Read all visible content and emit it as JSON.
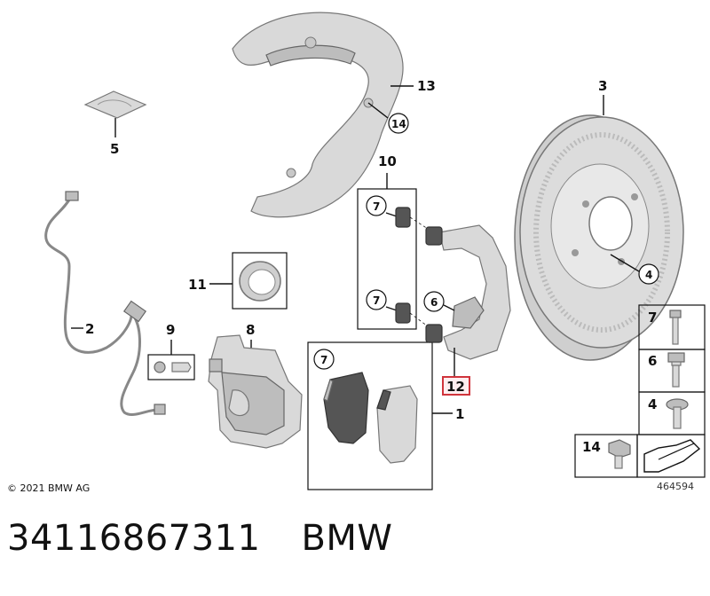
{
  "copyright": "© 2021 BMW AG",
  "image_ref": "464594",
  "part_number": "34116867311",
  "brand": "BMW",
  "callouts": {
    "c1": "1",
    "c2": "2",
    "c3": "3",
    "c4": "4",
    "c5": "5",
    "c6": "6",
    "c7": "7",
    "c8": "8",
    "c9": "9",
    "c10": "10",
    "c11": "11",
    "c12": "12",
    "c13": "13",
    "c14": "14"
  },
  "highlight_color": "#d0343c"
}
